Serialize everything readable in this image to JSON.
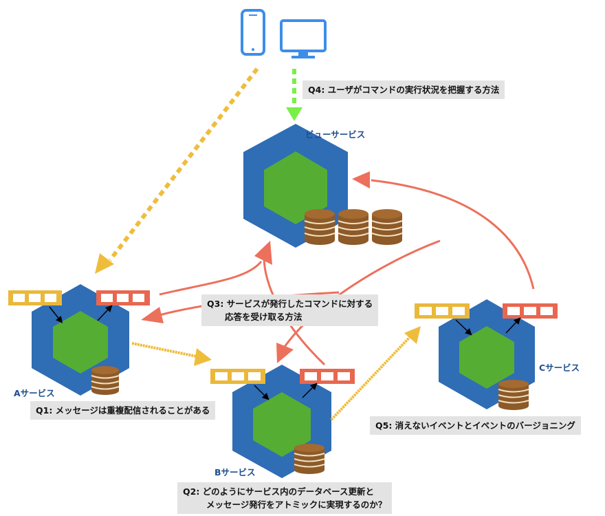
{
  "services": {
    "view": "ビューサービス",
    "a": "Aサービス",
    "b": "Bサービス",
    "c": "Cサービス"
  },
  "questions": {
    "q1": "Q1: メッセージは重複配信されることがある",
    "q2_line1": "Q2: どのようにサービス内のデータベース更新と",
    "q2_line2": "メッセージ発行をアトミックに実現するのか？",
    "q3_line1": "Q3: サービスが発行したコマンドに対する",
    "q3_line2": "応答を受け取る方法",
    "q4": "Q4: ユーザがコマンドの実行状況を把握する方法",
    "q5": "Q5: 消えないイベントとイベントのバージョニング"
  },
  "icons": [
    "smartphone-icon",
    "desktop-monitor-icon",
    "database-icon",
    "message-queue-icon"
  ],
  "colors": {
    "hex_outer": "#2f6db5",
    "hex_inner": "#55ad34",
    "db": "#8d5a28",
    "queue_yellow": "#eab83a",
    "queue_red": "#e8674f",
    "arrow_yellow": "#efbd3c",
    "arrow_green": "#79f048",
    "arrow_red": "#ec705c",
    "device_blue": "#3d8ee8"
  }
}
